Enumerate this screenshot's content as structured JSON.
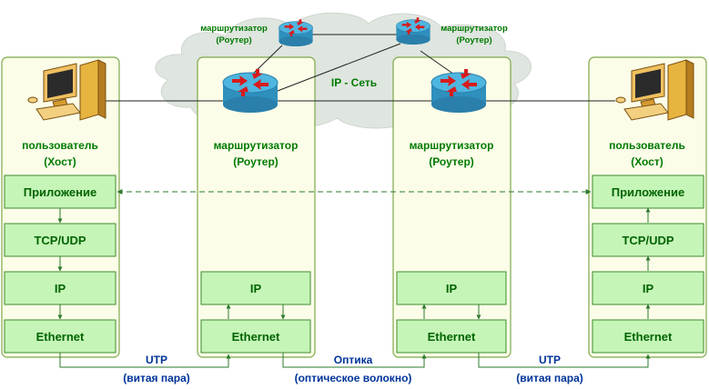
{
  "cloud": {
    "label": "IP - Сеть",
    "router_left": {
      "name": "маршрутизатор",
      "role": "(Роутер)"
    },
    "router_right": {
      "name": "маршрутизатор",
      "role": "(Роутер)"
    }
  },
  "columns": [
    {
      "title": "пользователь",
      "subtitle": "(Хост)",
      "layers": [
        "Приложение",
        "TCP/UDP",
        "IP",
        "Ethernet"
      ]
    },
    {
      "title": "маршрутизатор",
      "subtitle": "(Роутер)",
      "layers": [
        "IP",
        "Ethernet"
      ]
    },
    {
      "title": "маршрутизатор",
      "subtitle": "(Роутер)",
      "layers": [
        "IP",
        "Ethernet"
      ]
    },
    {
      "title": "пользователь",
      "subtitle": "(Хост)",
      "layers": [
        "Приложение",
        "TCP/UDP",
        "IP",
        "Ethernet"
      ]
    }
  ],
  "links": [
    {
      "name": "UTP",
      "detail": "(витая пара)"
    },
    {
      "name": "Оптика",
      "detail": "(оптическое волокно)"
    },
    {
      "name": "UTP",
      "detail": "(витая пара)"
    }
  ],
  "colors": {
    "panel_fill": "#fbfde8",
    "panel_stroke": "#7ea84a",
    "box_fill": "#c6f5b8",
    "box_stroke": "#3f8a2e",
    "router_body": "#2f8fbd",
    "router_top": "#4fb6df",
    "arrow": "#d81b1b",
    "cloud": "#dfe5df",
    "text_green": "#007a00"
  }
}
